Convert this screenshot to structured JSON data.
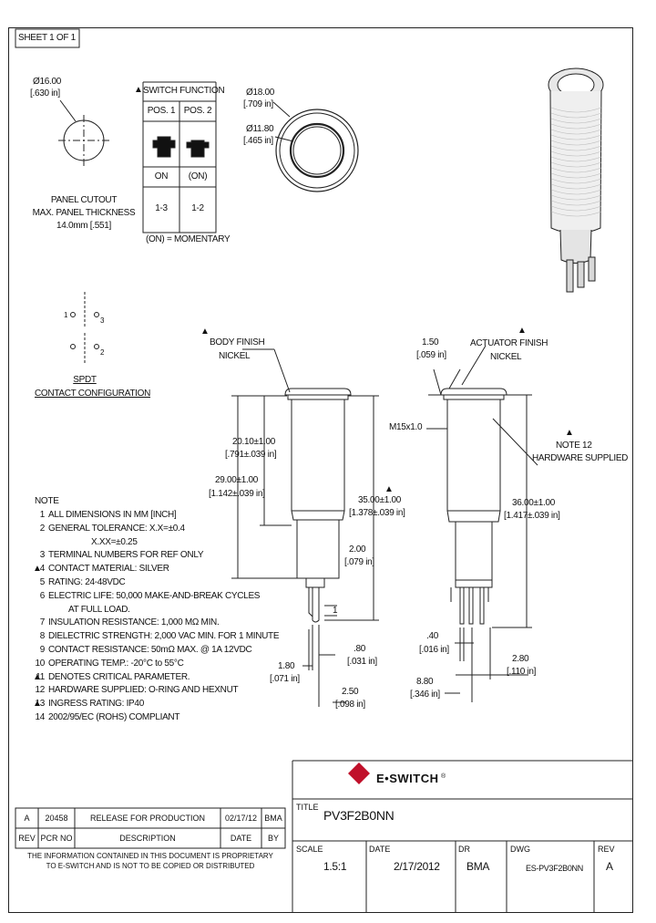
{
  "sheet": "SHEET 1 OF 1",
  "panel_cutout": {
    "dia_mm": "Ø16.00",
    "dia_in": "[.630 in]",
    "label": "PANEL CUTOUT",
    "max_thickness": "MAX. PANEL THICKNESS",
    "thickness_val": "14.0mm [.551]"
  },
  "switch_function": {
    "marker": "▲",
    "title": "SWITCH FUNCTION",
    "pos1": "POS. 1",
    "pos2": "POS. 2",
    "state1": "ON",
    "state2": "(ON)",
    "conn1": "1-3",
    "conn2": "1-2",
    "note": "(ON) = MOMENTARY"
  },
  "top_view": {
    "outer_mm": "Ø18.00",
    "outer_in": "[.709 in]",
    "inner_mm": "Ø11.80",
    "inner_in": "[.465 in]"
  },
  "contact_config": {
    "t1": "1",
    "t3": "3",
    "t2": "2",
    "label1": "SPDT",
    "label2": "CONTACT CONFIGURATION"
  },
  "front_view": {
    "body_finish_marker": "▲",
    "body_finish": "BODY FINISH",
    "body_finish_val": "NICKEL",
    "dim1_mm": "20.10±1.00",
    "dim1_in": "[.791±.039 in]",
    "dim2_mm": "29.00±1.00",
    "dim2_in": "[1.142±.039 in]",
    "dim3_mm": "35.00±1.00",
    "dim3_marker": "▲",
    "dim3_in": "[1.378±.039 in]",
    "dim4_mm": "2.00",
    "dim4_in": "[.079 in]",
    "term_label": "1",
    "dim5_mm": ".80",
    "dim5_in": "[.031 in]",
    "dim6_mm": "1.80",
    "dim6_in": "[.071 in]",
    "dim7_mm": "2.50",
    "dim7_in": "[.098 in]"
  },
  "side_view": {
    "dim_a_mm": "1.50",
    "dim_a_in": "[.059 in]",
    "actuator_finish": "ACTUATOR FINISH",
    "actuator_marker": "▲",
    "actuator_val": "NICKEL",
    "thread": "M15x1.0",
    "hw_marker": "▲",
    "hw_note": "NOTE 12",
    "hw_label": "HARDWARE SUPPLIED",
    "dim_b_mm": "36.00±1.00",
    "dim_b_in": "[1.417±.039 in]",
    "dim_c_mm": ".40",
    "dim_c_in": "[.016 in]",
    "dim_d_mm": "2.80",
    "dim_d_in": "[.110 in]",
    "dim_e_mm": "8.80",
    "dim_e_in": "[.346 in]"
  },
  "notes": {
    "title": "NOTE",
    "items": [
      {
        "n": "1",
        "marker": "",
        "text": "ALL DIMENSIONS IN MM [INCH]"
      },
      {
        "n": "2",
        "marker": "",
        "text": "GENERAL TOLERANCE: X.X=±0.4"
      },
      {
        "n": "",
        "marker": "",
        "text": "X.XX=±0.25"
      },
      {
        "n": "3",
        "marker": "",
        "text": "TERMINAL NUMBERS FOR REF ONLY"
      },
      {
        "n": "4",
        "marker": "▲",
        "text": "CONTACT MATERIAL: SILVER"
      },
      {
        "n": "5",
        "marker": "",
        "text": "RATING: 24-48VDC"
      },
      {
        "n": "6",
        "marker": "",
        "text": "ELECTRIC LIFE: 50,000 MAKE-AND-BREAK CYCLES"
      },
      {
        "n": "",
        "marker": "",
        "text": "AT FULL LOAD."
      },
      {
        "n": "7",
        "marker": "",
        "text": "INSULATION RESISTANCE: 1,000 MΩ MIN."
      },
      {
        "n": "8",
        "marker": "",
        "text": "DIELECTRIC STRENGTH: 2,000 VAC MIN. FOR 1 MINUTE"
      },
      {
        "n": "9",
        "marker": "",
        "text": "CONTACT RESISTANCE: 50mΩ MAX. @ 1A 12VDC"
      },
      {
        "n": "10",
        "marker": "",
        "text": "OPERATING TEMP.: -20°C to 55°C"
      },
      {
        "n": "11",
        "marker": "▲",
        "text": "DENOTES CRITICAL PARAMETER."
      },
      {
        "n": "12",
        "marker": "",
        "text": "HARDWARE SUPPLIED: O-RING AND HEXNUT"
      },
      {
        "n": "13",
        "marker": "▲",
        "text": "INGRESS RATING: IP40"
      },
      {
        "n": "14",
        "marker": "",
        "text": "2002/95/EC (ROHS) COMPLIANT"
      }
    ]
  },
  "title_block": {
    "logo_text": "E•SWITCH",
    "logo_reg": "®",
    "title_label": "TITLE",
    "title_value": "PV3F2B0NN",
    "scale_label": "SCALE",
    "scale_value": "1.5:1",
    "date_label": "DATE",
    "date_value": "2/17/2012",
    "dr_label": "DR",
    "dr_value": "BMA",
    "dwg_label": "DWG",
    "dwg_value": "ES-PV3F2B0NN",
    "rev_label": "REV",
    "rev_value": "A",
    "revisions": [
      {
        "rev": "A",
        "pcr": "20458",
        "desc": "RELEASE FOR PRODUCTION",
        "date": "02/17/12",
        "by": "BMA"
      }
    ],
    "rev_header": {
      "rev": "REV",
      "pcr": "PCR NO",
      "desc": "DESCRIPTION",
      "date": "DATE",
      "by": "BY"
    },
    "disclaimer1": "THE INFORMATION CONTAINED IN THIS DOCUMENT IS PROPRIETARY",
    "disclaimer2": "TO E-SWITCH AND IS NOT TO BE COPIED OR DISTRIBUTED"
  }
}
